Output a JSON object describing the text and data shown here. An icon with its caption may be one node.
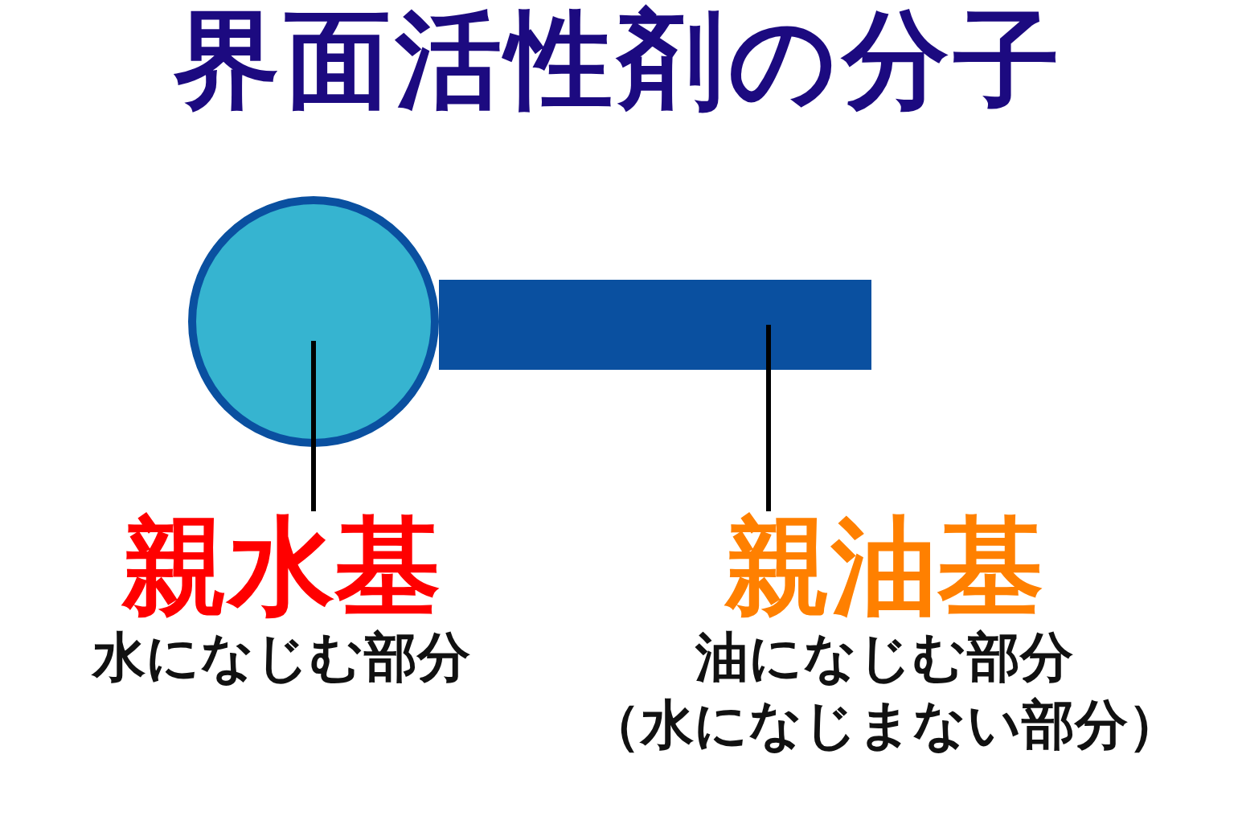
{
  "diagram": {
    "title": "界面活性剤の分子",
    "nodes": [
      {
        "text": [],
        "shape": "circle"
      },
      {
        "text": [],
        "shape": "bar"
      },
      {
        "text": [
          "親水基",
          "水になじむ部分"
        ]
      },
      {
        "text": [
          "親油基",
          "油になじむ部分",
          "（水になじまない部分）"
        ]
      }
    ],
    "edges": [
      {
        "from": 2,
        "to": 0,
        "arrow": "none"
      },
      {
        "from": 3,
        "to": 1,
        "arrow": "none"
      }
    ]
  }
}
